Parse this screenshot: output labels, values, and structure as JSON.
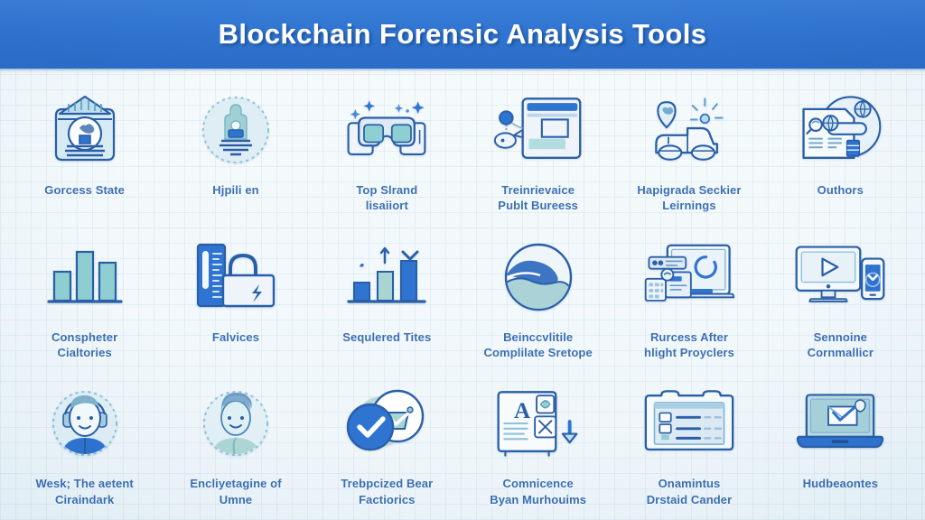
{
  "header": {
    "title": "Blockchain  Forensic Analysis Tools",
    "background_color": "#2f74d0",
    "title_color": "#ffffff"
  },
  "theme": {
    "page_background": "#f3f8fb",
    "label_color": "#3b6fb4",
    "icon_outline": "#2a5fa8",
    "icon_fill_light": "#e8f1f8",
    "icon_accent_teal": "#8fcfd1",
    "icon_accent_blue": "#2f74d0"
  },
  "grid": {
    "columns": 6,
    "rows": 3,
    "items": [
      {
        "id": "item-1",
        "label": "Gorcess State",
        "icon": "bank-building-icon"
      },
      {
        "id": "item-2",
        "label": "Hjpili en",
        "icon": "monument-circle-icon"
      },
      {
        "id": "item-3",
        "label": "Top Slrand\nlisaiiort",
        "icon": "vr-glasses-icon"
      },
      {
        "id": "item-4",
        "label": "Treinrievaice\nPublt Bureess",
        "icon": "browser-window-icon"
      },
      {
        "id": "item-5",
        "label": "Hapigrada Seckier\nLeirnings",
        "icon": "delivery-truck-pin-icon"
      },
      {
        "id": "item-6",
        "label": "Outhors",
        "icon": "document-search-icon"
      },
      {
        "id": "item-7",
        "label": "Conspheter\nCialtories",
        "icon": "bar-chart-icon"
      },
      {
        "id": "item-8",
        "label": "Falvices",
        "icon": "padlock-gauge-icon"
      },
      {
        "id": "item-9",
        "label": "Sequlered Tites",
        "icon": "growth-chart-icon"
      },
      {
        "id": "item-10",
        "label": "Beinccvlitile\nComplilate Sretope",
        "icon": "landscape-circle-icon"
      },
      {
        "id": "item-11",
        "label": "Rurcess After\nhlight Proyclers",
        "icon": "laptop-dashboard-icon"
      },
      {
        "id": "item-12",
        "label": "Sennoine\nCornmallicr",
        "icon": "monitor-phone-icon"
      },
      {
        "id": "item-13",
        "label": "Wesk; The aetent\nCiraindark",
        "icon": "support-agent-avatar-icon"
      },
      {
        "id": "item-14",
        "label": "Encliyetagine of\nUmne",
        "icon": "person-avatar-icon"
      },
      {
        "id": "item-15",
        "label": "Trebpcized Bear\nFactiorics",
        "icon": "checkmark-badge-icon"
      },
      {
        "id": "item-16",
        "label": "Comnicence\nByan Murhouims",
        "icon": "document-translate-icon"
      },
      {
        "id": "item-17",
        "label": "Onamintus\nDrstaid Cander",
        "icon": "clipboard-list-icon"
      },
      {
        "id": "item-18",
        "label": "Hudbeaontes",
        "icon": "laptop-mail-icon"
      }
    ]
  }
}
